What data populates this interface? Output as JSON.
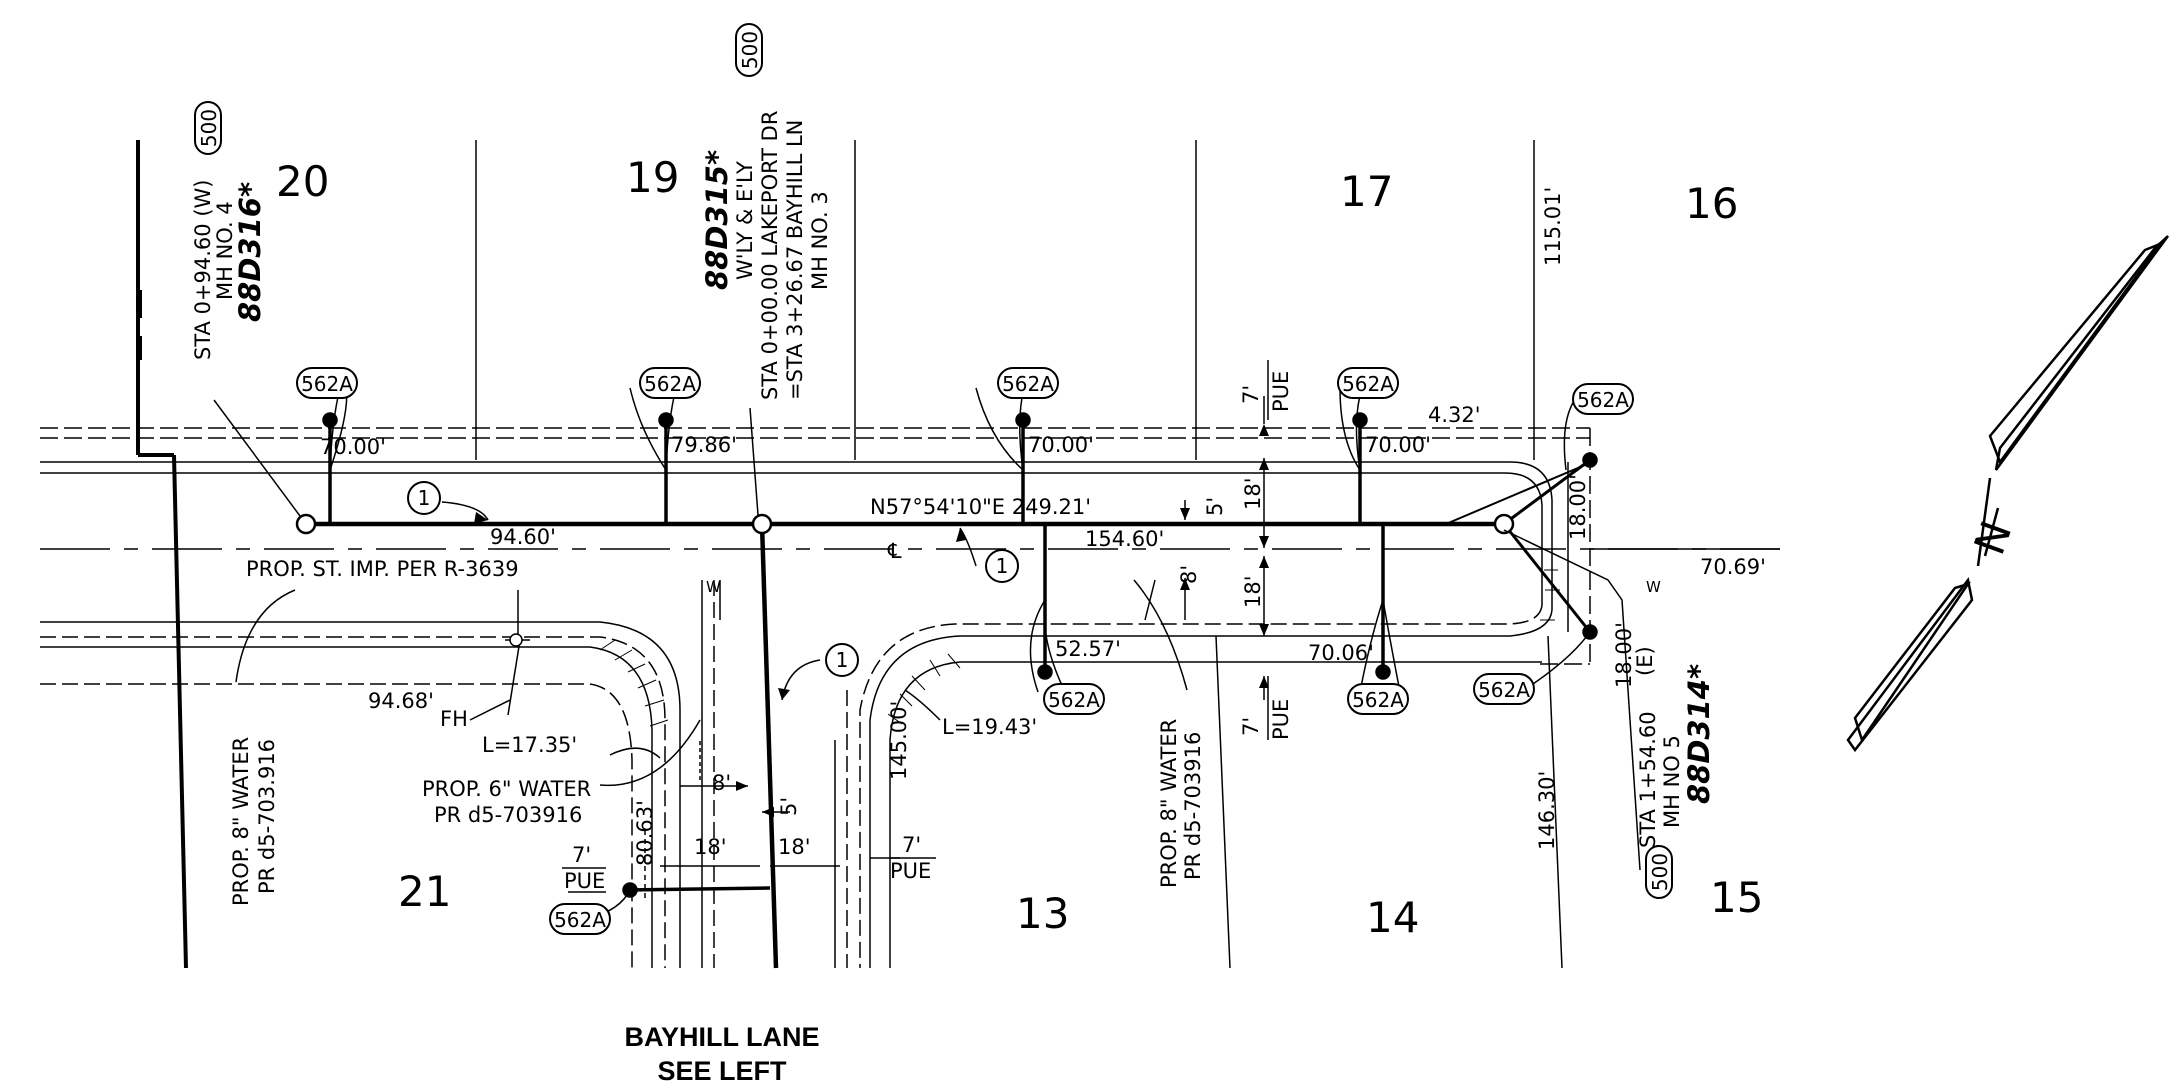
{
  "lots": [
    "20",
    "19",
    "17",
    "16",
    "21",
    "13",
    "14",
    "15"
  ],
  "stations": {
    "west": {
      "lines": [
        "STA 0+94.60 (W)",
        "MH NO. 4"
      ],
      "ref": "88D316*",
      "tag": "500"
    },
    "middle": {
      "lines": [
        "W'LY & E'LY",
        "STA 0+00.00 LAKEPORT DR",
        "=STA 3+26.67 BAYHILL LN",
        "MH NO. 3"
      ],
      "ref": "88D315*",
      "tag": "500"
    },
    "east": {
      "lines": [
        "STA 1+54.60",
        "MH NO 5"
      ],
      "ref": "88D314*",
      "tag": "500"
    }
  },
  "lateral_tag": "562A",
  "reach_tag": "1",
  "dimensions": {
    "d_70_00_a": "70.00'",
    "d_79_86": "79.86'",
    "d_70_00_b": "70.00'",
    "d_70_00_c": "70.00'",
    "d_4_32": "4.32'",
    "d_94_60": "94.60'",
    "bearing": "N57°54'10\"E  249.21'",
    "d_154_60": "154.60'",
    "d_18_00": "18.00'",
    "d_18_00_e": "18.00'",
    "e_tag": "(E)",
    "d_115_01": "115.01'",
    "d_70_69": "70.69'",
    "d_52_57": "52.57'",
    "d_70_06": "70.06'",
    "d_94_68": "94.68'",
    "d_146_30": "146.30'",
    "d_145_00": "145.00'",
    "d_80_63": "80.63'",
    "d_5": "5'",
    "d_8": "8'",
    "d_18": "18'",
    "d_7": "7'",
    "pue": "PUE",
    "l_17_35": "L=17.35'",
    "l_19_43": "L=19.43'"
  },
  "notes": {
    "prop_st_imp": "PROP. ST. IMP. PER R-3639",
    "fh": "FH",
    "water_6": [
      "PROP. 6\" WATER",
      "PR d5-703916"
    ],
    "water_8_left": [
      "PROP. 8\" WATER",
      "PR d5-703.916"
    ],
    "water_8_mid": [
      "PROP. 8\" WATER",
      "PR d5-703916"
    ],
    "w": "W"
  },
  "street_ref": [
    "BAYHILL LANE",
    "SEE LEFT"
  ],
  "north_arrow": "N"
}
